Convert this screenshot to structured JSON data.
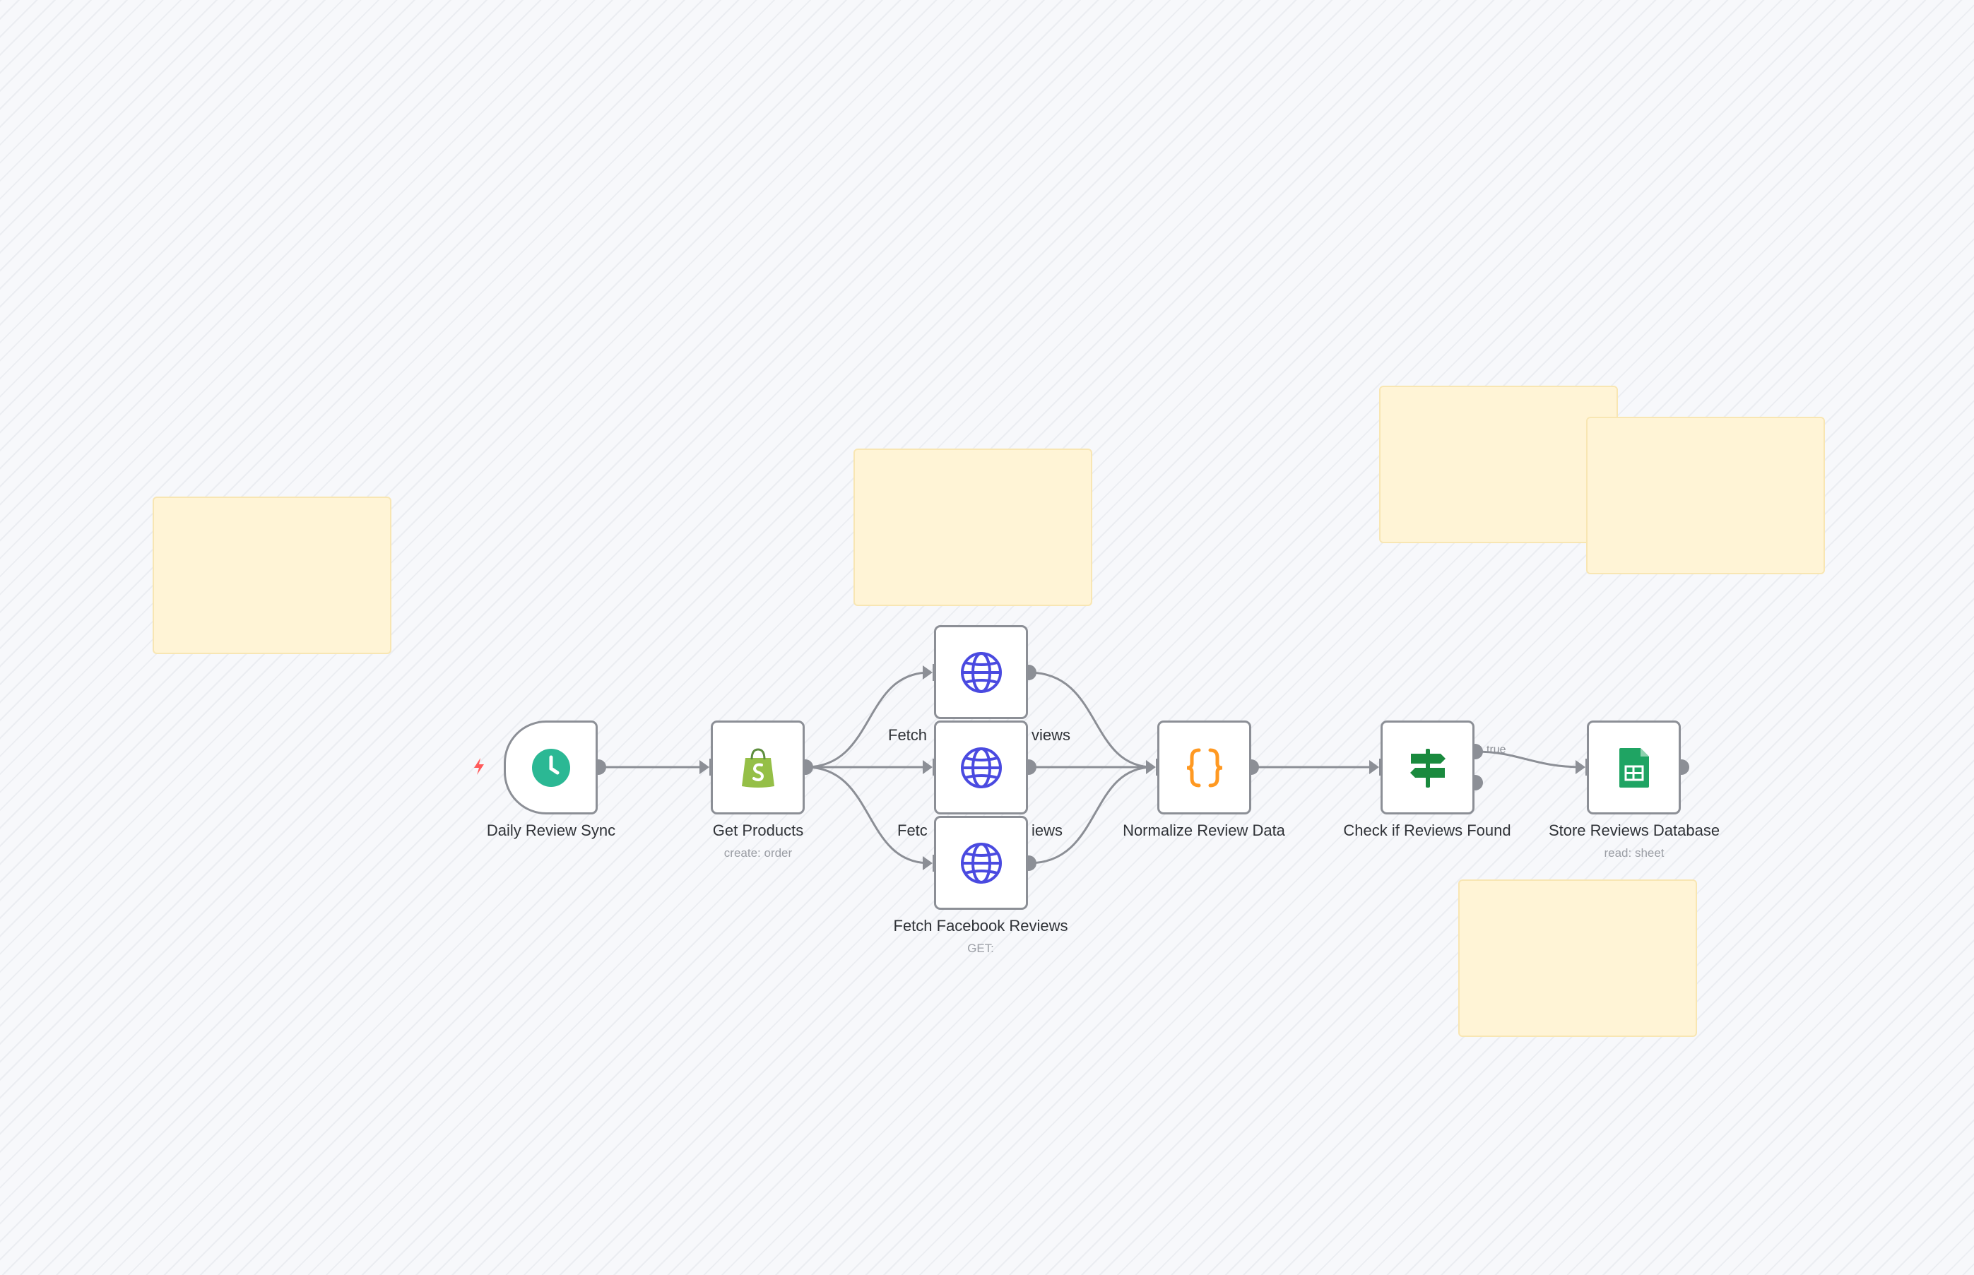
{
  "workflow": {
    "nodes": {
      "daily_review_sync": {
        "title": "Daily Review Sync",
        "subtitle": "",
        "icon": "clock-icon",
        "color": "#2bb894"
      },
      "get_products": {
        "title": "Get Products",
        "subtitle": "create: order",
        "icon": "shopify-icon",
        "color": "#95bf47"
      },
      "fetch_top": {
        "title_left": "Fetch",
        "title_right": "views",
        "icon": "globe-icon",
        "color": "#4a4ae0"
      },
      "fetch_mid": {
        "title_left": "Fetc",
        "title_right": "iews",
        "icon": "globe-icon",
        "color": "#4a4ae0"
      },
      "fetch_facebook": {
        "title": "Fetch Facebook Reviews",
        "subtitle": "GET:",
        "icon": "globe-icon",
        "color": "#4a4ae0"
      },
      "normalize": {
        "title": "Normalize Review Data",
        "subtitle": "",
        "icon": "code-braces-icon",
        "color": "#ff9922"
      },
      "check_reviews": {
        "title": "Check if Reviews Found",
        "subtitle": "",
        "icon": "signpost-icon",
        "color": "#1a8a3e"
      },
      "store_reviews": {
        "title": "Store Reviews Database",
        "subtitle": "read: sheet",
        "icon": "google-sheets-icon",
        "color": "#1fa463"
      }
    },
    "edge_labels": {
      "true_branch": "true"
    },
    "trigger_marker": {
      "icon": "lightning-bolt-icon",
      "color": "#ff5a5a"
    },
    "sticky_note_color": "#fff4d6"
  }
}
